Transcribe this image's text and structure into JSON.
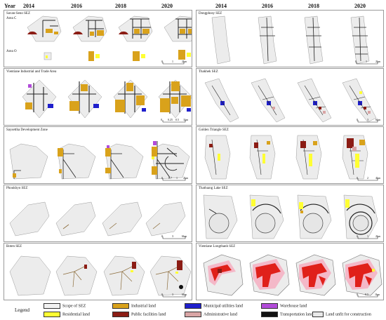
{
  "header": {
    "year_label": "Year",
    "years_left": [
      "2014",
      "2016",
      "2018",
      "2020"
    ],
    "years_right": [
      "2014",
      "2016",
      "2018",
      "2020"
    ]
  },
  "panels": [
    {
      "id": "savan",
      "title": "Savan-Seno SEZ",
      "area_c": "Area C",
      "area_o": "Area O",
      "scale_0": "0",
      "scale_1": "1",
      "scale_2": "2km"
    },
    {
      "id": "dongphosy",
      "title": "Dongphosy SEZ",
      "scale_0": "0",
      "scale_1": "1",
      "scale_2": "2km"
    },
    {
      "id": "vientiane_ita",
      "title": "Vientiane Industrial and Trade Area",
      "scale_0": "0",
      "scale_1": "0.25",
      "scale_2": "0.5",
      "scale_3": "1km"
    },
    {
      "id": "thakhek",
      "title": "Thakhek SEZ",
      "scale_0": "0",
      "scale_1": "3",
      "scale_2": "6km"
    },
    {
      "id": "saysettha",
      "title": "Saysettha Development Zone",
      "scale_0": "0",
      "scale_1": "0.7",
      "scale_2": "1",
      "scale_3": "2km"
    },
    {
      "id": "golden",
      "title": "Golden Triangle SEZ",
      "scale_0": "0",
      "scale_1": "2",
      "scale_2": "4km"
    },
    {
      "id": "phoukhyo",
      "title": "Phoukhyo SEZ",
      "scale_0": "0",
      "scale_1": "3",
      "scale_2": "6km"
    },
    {
      "id": "thatluang",
      "title": "Thatluang Lake SEZ",
      "scale_0": "0",
      "scale_1": "1",
      "scale_2": "2km"
    },
    {
      "id": "boten",
      "title": "Boten SEZ",
      "scale_0": "0",
      "scale_1": "3",
      "scale_2": "6km"
    },
    {
      "id": "longthanh",
      "title": "Vientiane Longthanh SEZ",
      "scale_0": "0",
      "scale_1": "0.5",
      "scale_2": "1km"
    }
  ],
  "legend": {
    "title": "Legend",
    "items": [
      {
        "label": "Scope of SEZ",
        "color": "#f2f2f2"
      },
      {
        "label": "Residential land",
        "color": "#ffff33"
      },
      {
        "label": "Industrial land",
        "color": "#d9a21b"
      },
      {
        "label": "Public facilities land",
        "color": "#8b1c14"
      },
      {
        "label": "Municipal utilities land",
        "color": "#1f1fcc"
      },
      {
        "label": "Administrative land",
        "color": "#d9a5a5"
      },
      {
        "label": "Warehouse land",
        "color": "#b24bd9"
      },
      {
        "label": "Transportation land",
        "color": "#111111"
      },
      {
        "label": "Land unfit for construction",
        "color": "#e8e8e8"
      }
    ]
  }
}
